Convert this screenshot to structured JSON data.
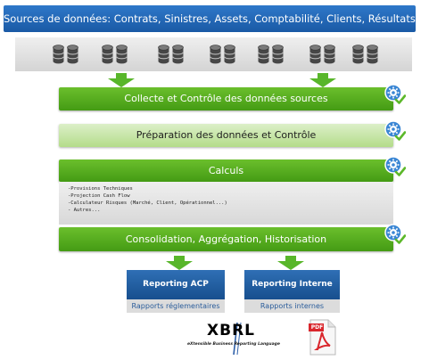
{
  "sources": {
    "title": "Sources de données: Contrats, Sinistres, Assets, Comptabilité, Clients, Résultats..."
  },
  "steps": {
    "collecte": "Collecte et Contrôle des données sources",
    "preparation": "Préparation des données et Contrôle",
    "calculs": "Calculs",
    "consolidation": "Consolidation, Aggrégation, Historisation"
  },
  "calculs_notes": [
    "-Provisions Techniques",
    "-Projection Cash Flow",
    "-Calculateur Risques (Marché, Client, Opérationnel...)",
    "- Autres..."
  ],
  "reports": {
    "acp": {
      "title": "Reporting ACP",
      "subtitle": "Rapports réglementaires"
    },
    "interne": {
      "title": "Reporting Interne",
      "subtitle": "Rapports internes"
    }
  },
  "formats": {
    "xbrl_logo": "XBRL",
    "xbrl_tagline": "eXtensible Business Reporting Language",
    "pdf_logo": "PDF"
  },
  "colors": {
    "banner_blue": "#1a5aa5",
    "step_green": "#449b14",
    "step_light_green": "#b4dc8a",
    "report_blue": "#174f8e",
    "pdf_red": "#d9262c"
  },
  "icons": {
    "db_groups": 7,
    "step_icon": "gear-check-icon",
    "arrow": "down-arrow-icon"
  }
}
